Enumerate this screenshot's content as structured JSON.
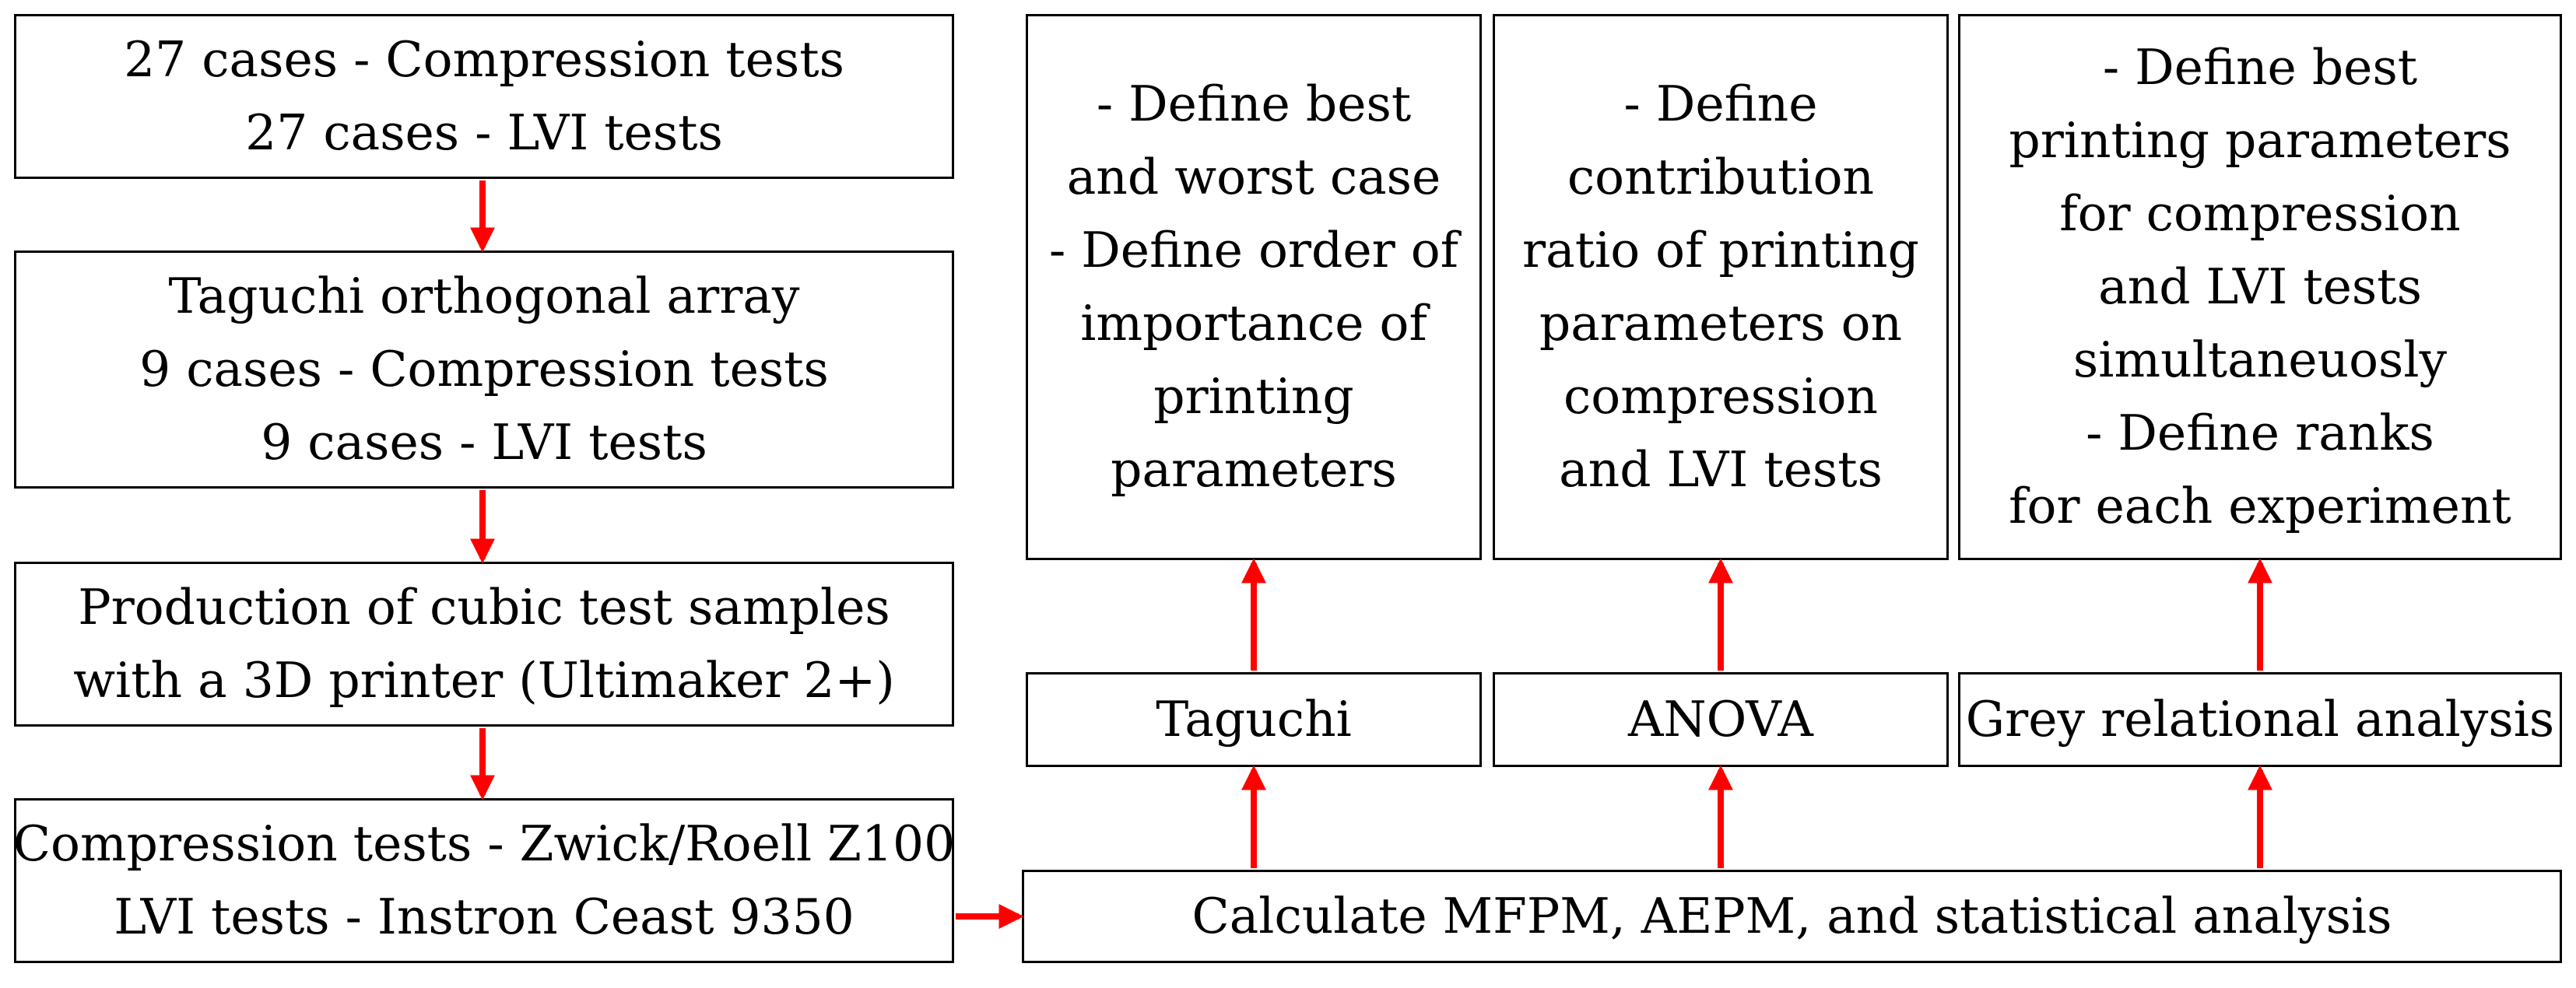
{
  "colors": {
    "arrow": "#ff0000",
    "border": "#000000",
    "background": "#ffffff",
    "text": "#000000"
  },
  "left_column": {
    "box1": {
      "lines": [
        "27 cases - Compression tests",
        "27 cases - LVI tests"
      ]
    },
    "box2": {
      "lines": [
        "Taguchi orthogonal array",
        "9 cases - Compression tests",
        "9 cases - LVI tests"
      ]
    },
    "box3": {
      "lines": [
        "Production of cubic test samples",
        "with a 3D printer (Ultimaker 2+)"
      ]
    },
    "box4": {
      "lines": [
        "Compression tests - Zwick/Roell Z100",
        "LVI tests - Instron Ceast 9350"
      ]
    }
  },
  "calculate_box": {
    "lines": [
      "Calculate MFPM, AEPM, and statistical analysis"
    ]
  },
  "methods": {
    "taguchi": {
      "label": "Taguchi"
    },
    "anova": {
      "label": "ANOVA"
    },
    "grey": {
      "label": "Grey relational analysis"
    }
  },
  "outcomes": {
    "taguchi": {
      "lines": [
        "- Define best",
        "and worst case",
        "- Define order of",
        "importance of",
        "printing",
        "parameters"
      ]
    },
    "anova": {
      "lines": [
        "- Define",
        "contribution",
        "ratio of printing",
        "parameters on",
        "compression",
        "and LVI tests"
      ]
    },
    "grey": {
      "lines": [
        "- Define best",
        "printing parameters",
        "for compression",
        "and LVI tests",
        "simultaneuosly",
        "- Define ranks",
        "for each experiment"
      ]
    }
  }
}
